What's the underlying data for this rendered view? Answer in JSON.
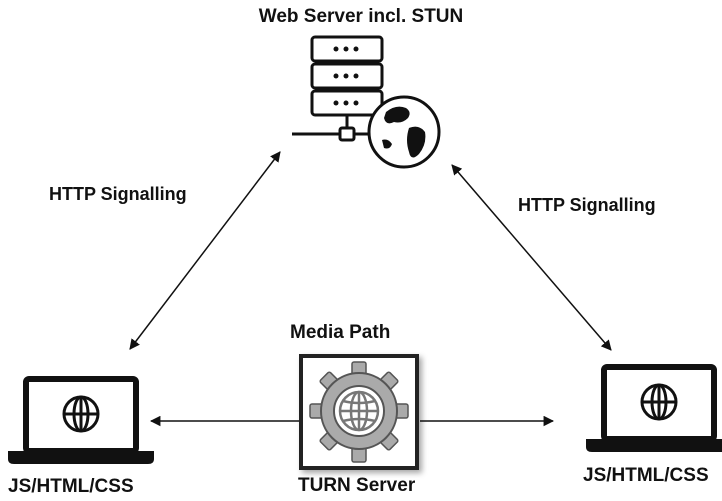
{
  "title": "Web Server incl. STUN",
  "signalling_left": "HTTP Signalling",
  "signalling_right": "HTTP Signalling",
  "media_path": "Media Path",
  "turn_server": "TURN Server",
  "client_left": "JS/HTML/CSS",
  "client_right": "JS/HTML/CSS",
  "colors": {
    "ink": "#111111",
    "turn_border": "#222222"
  },
  "icons": [
    "server-icon",
    "globe-icon",
    "laptop-icon",
    "gear-icon"
  ]
}
